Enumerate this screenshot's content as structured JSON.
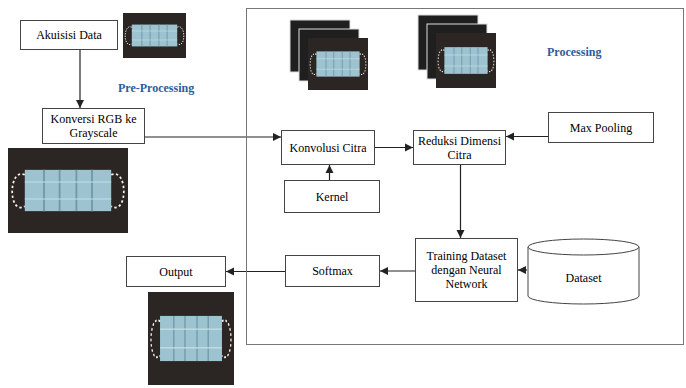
{
  "diagram": {
    "nodes": [
      {
        "text": [
          "Akuisisi Data"
        ]
      },
      {
        "text": [
          "Konversi RGB ke Grayscale"
        ]
      },
      {
        "text": [
          "Processing"
        ]
      },
      {
        "text": [
          "Konvolusi Citra"
        ],
        "in": 2
      },
      {
        "text": [
          "Reduksi Dimensi Citra"
        ],
        "in": 2
      },
      {
        "text": [
          "Max Pooling"
        ],
        "in": 2
      },
      {
        "text": [
          "Kernel"
        ],
        "in": 2
      },
      {
        "text": [
          "Training Dataset dengan Neural Network"
        ],
        "in": 2
      },
      {
        "text": [
          "Dataset"
        ],
        "in": 2
      },
      {
        "text": [
          "Softmax"
        ],
        "in": 2
      },
      {
        "text": [
          "Output"
        ]
      }
    ],
    "edges": [
      {
        "from": 0,
        "to": 1,
        "arrow": "to"
      },
      {
        "from": 1,
        "to": 3,
        "arrow": "to"
      },
      {
        "from": 3,
        "to": 4,
        "arrow": "to"
      },
      {
        "from": 5,
        "to": 4,
        "arrow": "to"
      },
      {
        "from": 6,
        "to": 3,
        "arrow": "to"
      },
      {
        "from": 4,
        "to": 7,
        "arrow": "to"
      },
      {
        "from": 8,
        "to": 7,
        "arrow": "to"
      },
      {
        "from": 7,
        "to": 9,
        "arrow": "to"
      },
      {
        "from": 9,
        "to": 10,
        "arrow": "to"
      }
    ],
    "labels": [
      "Pre-Processing"
    ]
  }
}
